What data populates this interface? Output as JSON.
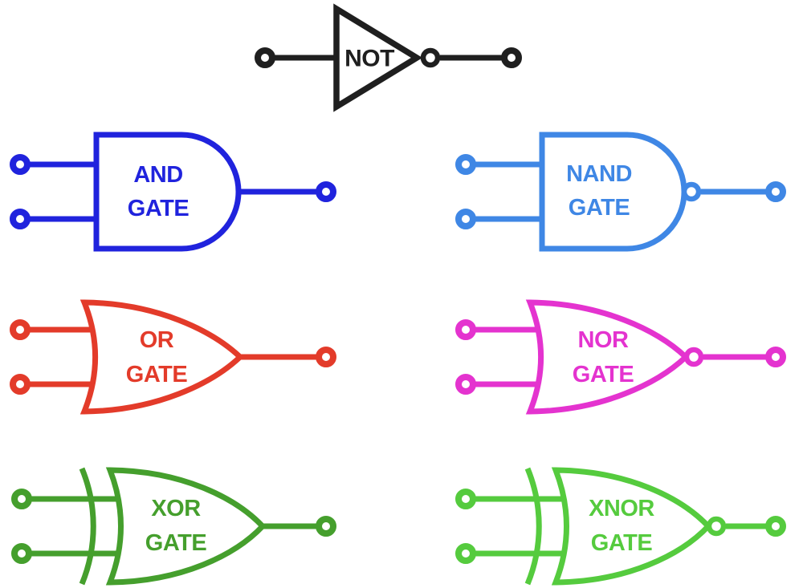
{
  "diagram": {
    "background_color": "#ffffff",
    "gates": [
      {
        "id": "not",
        "name": "NOT gate (inverter)",
        "label_lines": [
          "NOT"
        ],
        "color": "#1f1f1f",
        "input_count": 1,
        "has_inversion_bubble": true,
        "shape": "triangle"
      },
      {
        "id": "and",
        "name": "AND gate",
        "label_lines": [
          "AND",
          "GATE"
        ],
        "color": "#2023dd",
        "input_count": 2,
        "has_inversion_bubble": false,
        "shape": "d-shape"
      },
      {
        "id": "nand",
        "name": "NAND gate",
        "label_lines": [
          "NAND",
          "GATE"
        ],
        "color": "#3f87e5",
        "input_count": 2,
        "has_inversion_bubble": true,
        "shape": "d-shape"
      },
      {
        "id": "or",
        "name": "OR gate",
        "label_lines": [
          "OR",
          "GATE"
        ],
        "color": "#e33b2a",
        "input_count": 2,
        "has_inversion_bubble": false,
        "shape": "shield"
      },
      {
        "id": "nor",
        "name": "NOR gate",
        "label_lines": [
          "NOR",
          "GATE"
        ],
        "color": "#e433cf",
        "input_count": 2,
        "has_inversion_bubble": true,
        "shape": "shield"
      },
      {
        "id": "xor",
        "name": "XOR gate",
        "label_lines": [
          "XOR",
          "GATE"
        ],
        "color": "#459f2d",
        "input_count": 2,
        "has_inversion_bubble": false,
        "shape": "shield-double-curve"
      },
      {
        "id": "xnor",
        "name": "XNOR gate",
        "label_lines": [
          "XNOR",
          "GATE"
        ],
        "color": "#55cb3e",
        "input_count": 2,
        "has_inversion_bubble": true,
        "shape": "shield-double-curve"
      }
    ]
  }
}
